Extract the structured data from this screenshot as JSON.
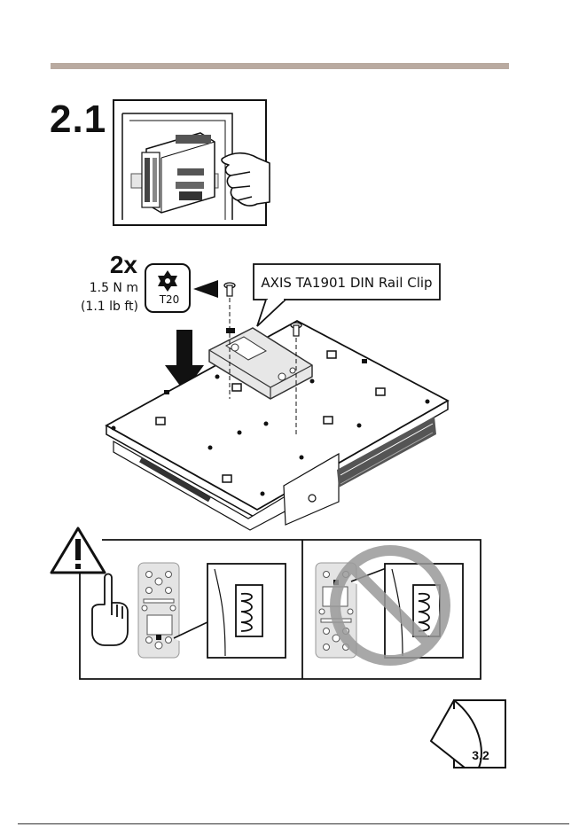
{
  "step": {
    "number": "2.1"
  },
  "mounting": {
    "quantity": "2x",
    "torque_metric": "1.5 N m",
    "torque_imperial": "(1.1 lb ft)",
    "bit_label": "T20",
    "product_callout": "AXIS TA1901 DIN Rail Clip"
  },
  "navigation": {
    "next_page_label": "3.2"
  },
  "colors": {
    "accent_bar": "#b9aaa0",
    "prohibition": "#9a9a9a",
    "line": "#111111"
  }
}
